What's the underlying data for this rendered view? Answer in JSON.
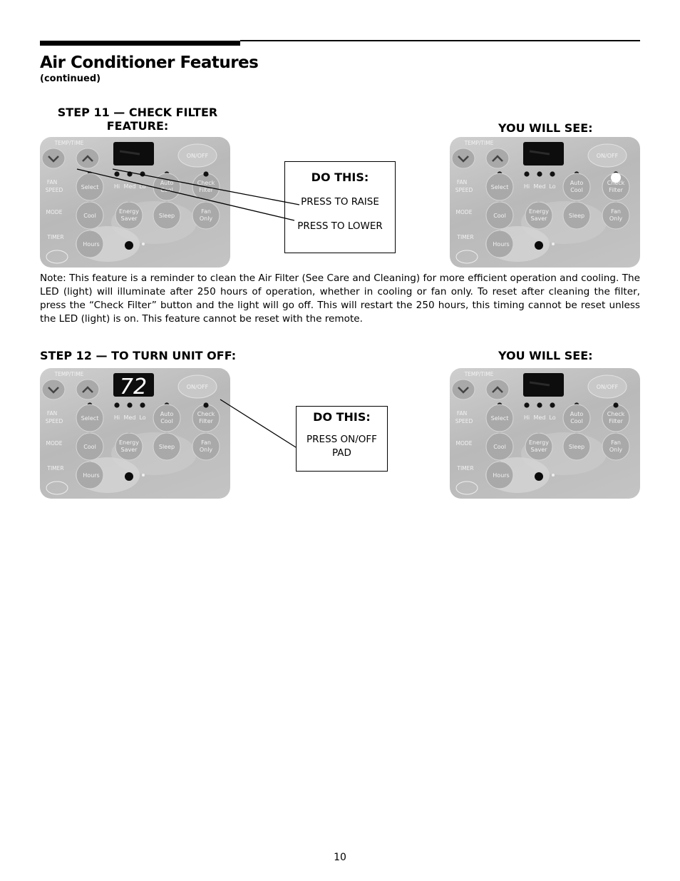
{
  "header": {
    "title": "Air Conditioner Features",
    "subtitle": "(continued)"
  },
  "step11": {
    "heading": "STEP 11 — CHECK FILTER FEATURE:",
    "you_will_see": "YOU WILL SEE:",
    "do_this": {
      "title": "DO THIS:",
      "line1": "PRESS TO RAISE",
      "line2": "PRESS TO LOWER"
    }
  },
  "note": "Note: This feature is a reminder to clean the Air Filter (See Care and Cleaning) for more efficient operation and cooling. The LED (light) will illuminate after 250 hours of operation, whether in cooling or fan only. To reset after cleaning the filter, press the “Check Filter” button and the light will go off. This will restart the 250 hours, this timing cannot be reset unless the LED (light) is on. This feature cannot be reset with the remote.",
  "step12": {
    "heading": "STEP 12 — TO TURN UNIT OFF:",
    "you_will_see": "YOU WILL SEE:",
    "do_this": {
      "title": "DO THIS:",
      "line1": "PRESS ON/OFF PAD"
    }
  },
  "panel_labels": {
    "temp_time": "TEMP/TIME",
    "fan_1": "FAN",
    "fan_2": "SPEED",
    "mode": "MODE",
    "timer": "TIMER",
    "on_off": "ON/OFF",
    "select": "Select",
    "hi": "Hi",
    "med": "Med",
    "lo": "Lo",
    "auto_1": "Auto",
    "auto_2": "Cool",
    "check_1": "Check",
    "check_2": "Filter",
    "cool": "Cool",
    "energy_1": "Energy",
    "energy_2": "Saver",
    "sleep": "Sleep",
    "fan_only_1": "Fan",
    "fan_only_2": "Only",
    "hours": "Hours"
  },
  "panels": {
    "step11_do": {
      "display": "",
      "check_filter_lit": false
    },
    "step11_see": {
      "display": "",
      "check_filter_lit": true
    },
    "step12_do": {
      "display": "72",
      "check_filter_lit": false
    },
    "step12_see": {
      "display": "",
      "check_filter_lit": false
    }
  },
  "page_number": "10"
}
